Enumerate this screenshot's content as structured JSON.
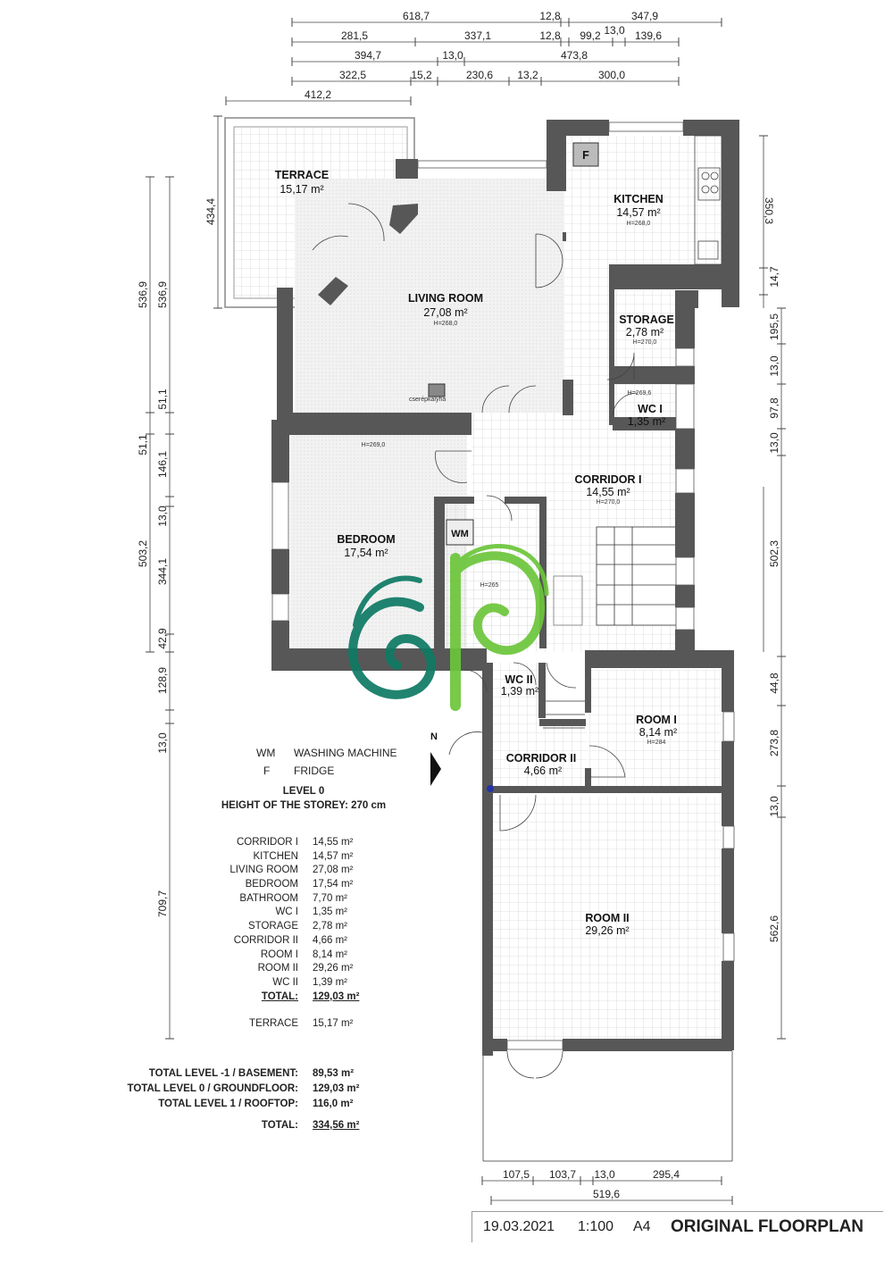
{
  "dimensions": {
    "top_row1": [
      "618,7",
      "12,8",
      "347,9"
    ],
    "top_row2": [
      "281,5",
      "337,1",
      "12,8",
      "99,2",
      "13,0",
      "139,6"
    ],
    "top_row3": [
      "394,7",
      "13,0",
      "473,8"
    ],
    "top_row4": [
      "322,5",
      "15,2",
      "230,6",
      "13,2",
      "300,0"
    ],
    "terrace_width": "412,2",
    "terrace_height": "434,4",
    "left_outer": [
      "536,9",
      "51,1",
      "503,2",
      "128,9",
      "13,0",
      "709,7"
    ],
    "left_inner": [
      "536,9",
      "51,1",
      "146,1",
      "13,0",
      "344,1",
      "42,9"
    ],
    "right": [
      "350,3",
      "14,7",
      "195,5",
      "13,0",
      "97,8",
      "13,0",
      "502,3",
      "44,8",
      "273,8",
      "13,0",
      "562,6"
    ],
    "bottom_row1": [
      "107,5",
      "103,7",
      "13,0",
      "295,4"
    ],
    "bottom_row2": "519,6"
  },
  "rooms": {
    "terrace": {
      "name": "TERRACE",
      "area": "15,17 m²"
    },
    "kitchen": {
      "name": "KITCHEN",
      "area": "14,57 m²",
      "height": "H=268,0"
    },
    "living": {
      "name": "LIVING ROOM",
      "area": "27,08 m²",
      "height": "H=268,0"
    },
    "storage": {
      "name": "STORAGE",
      "area": "2,78 m²",
      "height": "H=270,0"
    },
    "wc1": {
      "name": "WC I",
      "area": "1,35 m²",
      "height": "H=269,6"
    },
    "corridor1": {
      "name": "CORRIDOR I",
      "area": "14,55 m²",
      "height": "H=270,0"
    },
    "bedroom": {
      "name": "BEDROOM",
      "area": "17,54 m²",
      "height": "H=269,0"
    },
    "wc2": {
      "name": "WC II",
      "area": "1,39 m²"
    },
    "room1": {
      "name": "ROOM I",
      "area": "8,14 m²",
      "height": "H=284"
    },
    "corridor2": {
      "name": "CORRIDOR II",
      "area": "4,66 m²"
    },
    "room2": {
      "name": "ROOM II",
      "area": "29,26 m²"
    }
  },
  "fixtures": {
    "fridge": "F",
    "washing_machine": "WM",
    "stove": "cserépkályha",
    "north": "N",
    "wm_height": "H=265"
  },
  "legend": [
    {
      "key": "WM",
      "value": "WASHING MACHINE"
    },
    {
      "key": "F",
      "value": "FRIDGE"
    }
  ],
  "level": {
    "title": "LEVEL 0",
    "subtitle": "HEIGHT OF THE STOREY: 270 cm"
  },
  "area_table": [
    {
      "name": "CORRIDOR I",
      "area": "14,55 m²"
    },
    {
      "name": "KITCHEN",
      "area": "14,57 m²"
    },
    {
      "name": "LIVING ROOM",
      "area": "27,08 m²"
    },
    {
      "name": "BEDROOM",
      "area": "17,54 m²"
    },
    {
      "name": "BATHROOM",
      "area": "7,70 m²"
    },
    {
      "name": "WC I",
      "area": "1,35 m²"
    },
    {
      "name": "STORAGE",
      "area": "2,78 m²"
    },
    {
      "name": "CORRIDOR II",
      "area": "4,66 m²"
    },
    {
      "name": "ROOM I",
      "area": "8,14 m²"
    },
    {
      "name": "ROOM II",
      "area": "29,26 m²"
    },
    {
      "name": "WC II",
      "area": "1,39 m²"
    }
  ],
  "area_total": {
    "name": "TOTAL:",
    "area": "129,03 m²"
  },
  "terrace_row": {
    "name": "TERRACE",
    "area": "15,17 m²"
  },
  "totals": [
    {
      "name": "TOTAL LEVEL -1 / BASEMENT:",
      "area": "89,53 m²"
    },
    {
      "name": "TOTAL LEVEL 0 / GROUNDFLOOR:",
      "area": "129,03 m²"
    },
    {
      "name": "TOTAL LEVEL 1 / ROOFTOP:",
      "area": "116,0 m²"
    }
  ],
  "grand_total": {
    "name": "TOTAL:",
    "area": "334,56 m²"
  },
  "footer": {
    "date": "19.03.2021",
    "scale": "1:100",
    "paper": "A4",
    "title": "ORIGINAL FLOORPLAN"
  },
  "colors": {
    "wall": "#575757",
    "floor_grid": "#d6d6d6",
    "logo_teal": "#0e7a64",
    "logo_green": "#6cc63a"
  }
}
